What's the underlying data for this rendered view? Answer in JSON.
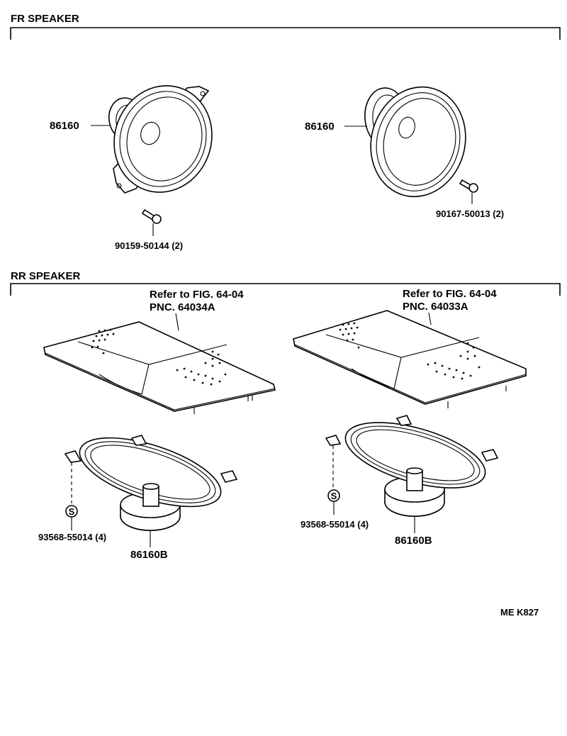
{
  "sections": {
    "front_title": "FR SPEAKER",
    "rear_title": "RR SPEAKER"
  },
  "parts": {
    "fr_left_speaker": "86160",
    "fr_right_speaker": "86160",
    "fr_left_screw": "90159-50144 (2)",
    "fr_right_screw": "90167-50013 (2)",
    "rr_left_ref_line1": "Refer to FIG. 64-04",
    "rr_left_ref_line2": "PNC. 64034A",
    "rr_right_ref_line1": "Refer to FIG. 64-04",
    "rr_right_ref_line2": "PNC. 64033A",
    "rr_left_nut": "93568-55014 (4)",
    "rr_right_nut": "93568-55014 (4)",
    "rr_left_speaker": "86160B",
    "rr_right_speaker": "86160B",
    "nut_symbol": "S"
  },
  "figure_code": "ME K827"
}
